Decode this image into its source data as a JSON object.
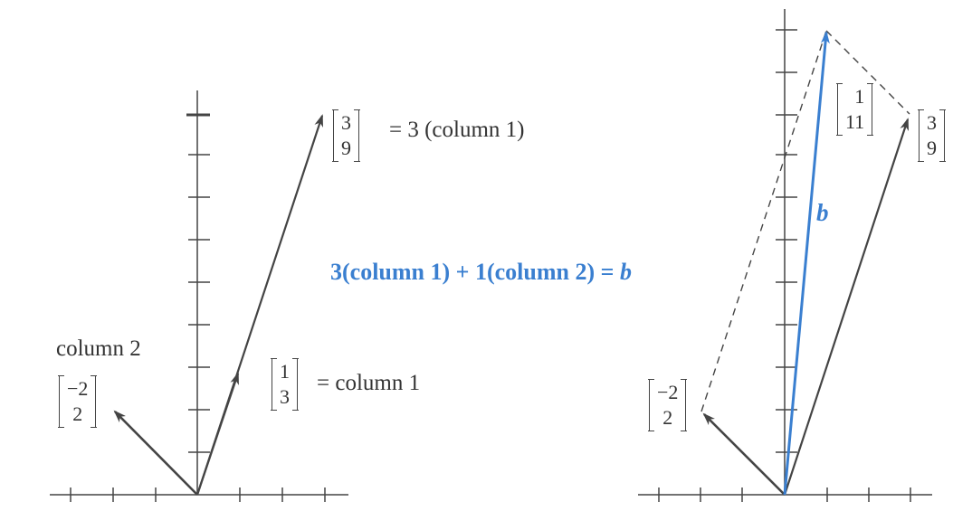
{
  "left_panel": {
    "col1_top_entries": [
      "3",
      "9"
    ],
    "col1_top_caption": "= 3 (column 1)",
    "col1_entries": [
      "1",
      "3"
    ],
    "col1_caption": "= column 1",
    "col2_title": "column 2",
    "col2_entries": [
      "−2",
      "2"
    ]
  },
  "center_equation": {
    "text_main": "3(column 1) + 1(column 2) = ",
    "text_var": "b"
  },
  "right_panel": {
    "b_entries": [
      "1",
      "11"
    ],
    "b_label": "b",
    "col1_top_entries": [
      "3",
      "9"
    ],
    "col2_entries": [
      "−2",
      "2"
    ]
  },
  "colors": {
    "blue": "#3a7fd0",
    "gray": "#444444"
  }
}
